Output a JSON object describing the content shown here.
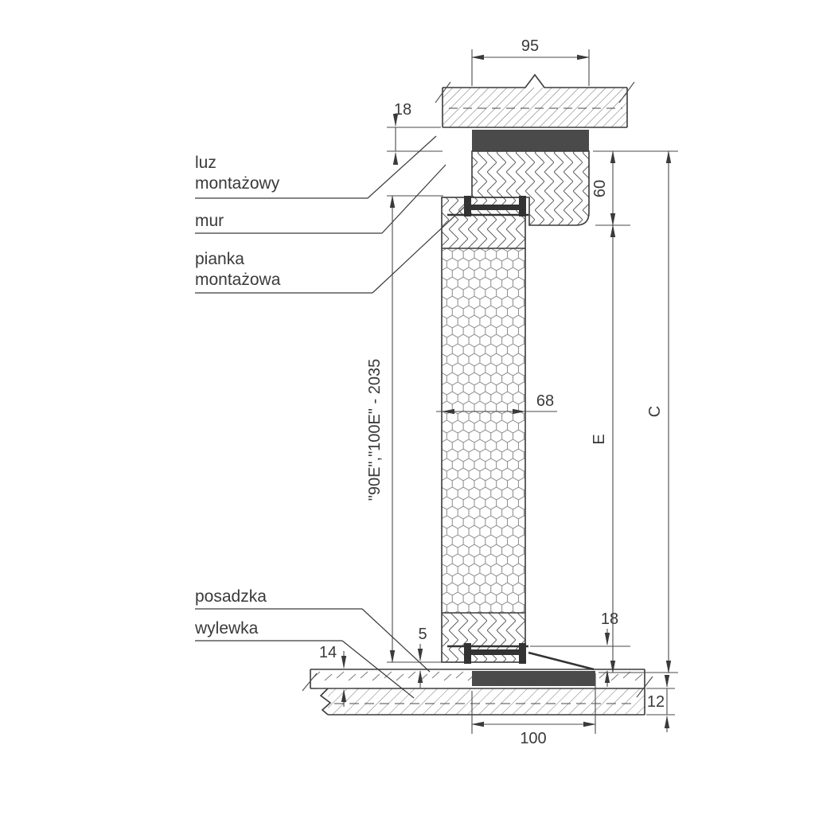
{
  "labels": {
    "luz_1": "luz",
    "luz_2": "montażowy",
    "mur": "mur",
    "pianka_1": "pianka",
    "pianka_2": "montażowa",
    "posadzka": "posadzka",
    "wylewka": "wylewka"
  },
  "dims": {
    "top_width": "95",
    "top_clearance": "18",
    "frame_height": "60",
    "leaf_thickness": "68",
    "leaf_height": "\"90E\",\"100E\" - 2035",
    "e": "E",
    "c": "C",
    "bottom_gap": "5",
    "threshold_height": "18",
    "floor_finish_thickness": "14",
    "screed_offset": "12",
    "bottom_width": "100"
  },
  "colors": {
    "line": "#3a3a3a",
    "dark_fill": "#4a4a4a"
  }
}
